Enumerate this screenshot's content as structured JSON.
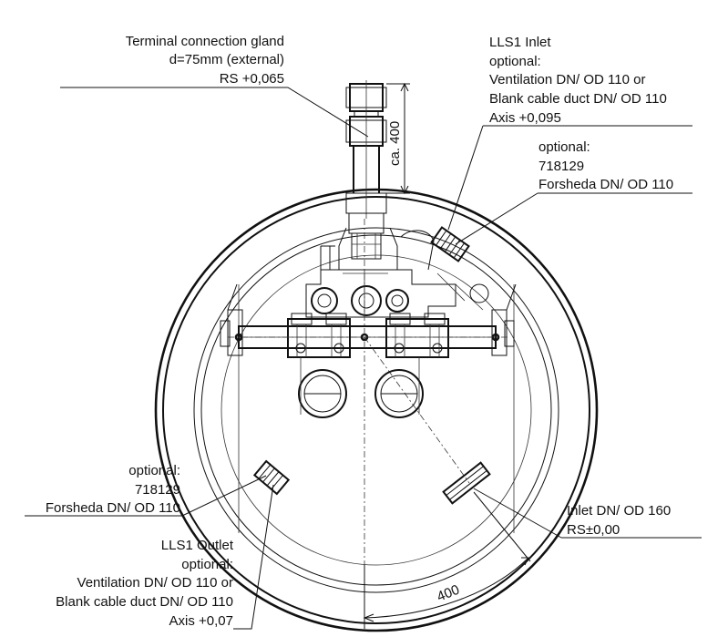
{
  "labels": {
    "gland": {
      "line1": "Terminal connection gland",
      "line2": "d=75mm (external)",
      "line3": "RS +0,065"
    },
    "lls1_inlet": {
      "line1": "LLS1 Inlet",
      "line2": "optional:",
      "line3": "Ventilation DN/ OD 110 or",
      "line4": "Blank cable duct DN/ OD 110",
      "line5": "Axis +0,095"
    },
    "forsheda_top": {
      "line1": "optional:",
      "line2": "718129",
      "line3": "Forsheda DN/ OD 110"
    },
    "forsheda_left": {
      "line1": "optional:",
      "line2": "718129",
      "line3": "Forsheda DN/ OD 110"
    },
    "lls1_outlet": {
      "line1": "LLS1 Outlet",
      "line2": "optional:",
      "line3": "Ventilation DN/ OD 110 or",
      "line4": "Blank cable duct DN/ OD 110",
      "line5": "Axis +0,07"
    },
    "inlet": {
      "line1": "Inlet DN/ OD 160",
      "line2": "RS±0,00"
    }
  },
  "dimensions": {
    "gland_height": "ca. 400",
    "arc_length": "400"
  }
}
